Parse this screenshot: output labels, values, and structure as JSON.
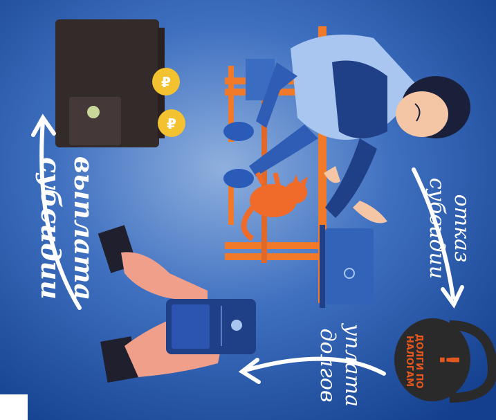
{
  "labels": {
    "refusal_line1": "отказ",
    "refusal_line2": "субсидии",
    "payment_line1": "уплата",
    "payment_line2": "долгов",
    "subsidy_line1": "выплата",
    "subsidy_line2": "субсидии",
    "weight_line1": "ДОЛГИ ПО",
    "weight_line2": "НАЛОГАМ",
    "weight_mark": "!"
  },
  "colors": {
    "background": "#1c4fa3",
    "accent_orange": "#f07a2a",
    "kettlebell": "#2a2a2a",
    "coin": "#f2c230"
  },
  "icons": [
    "wallet-icon",
    "coin-icon",
    "phone-icon",
    "kettlebell-icon",
    "cat-icon",
    "laptop-icon",
    "arrow-icon"
  ]
}
